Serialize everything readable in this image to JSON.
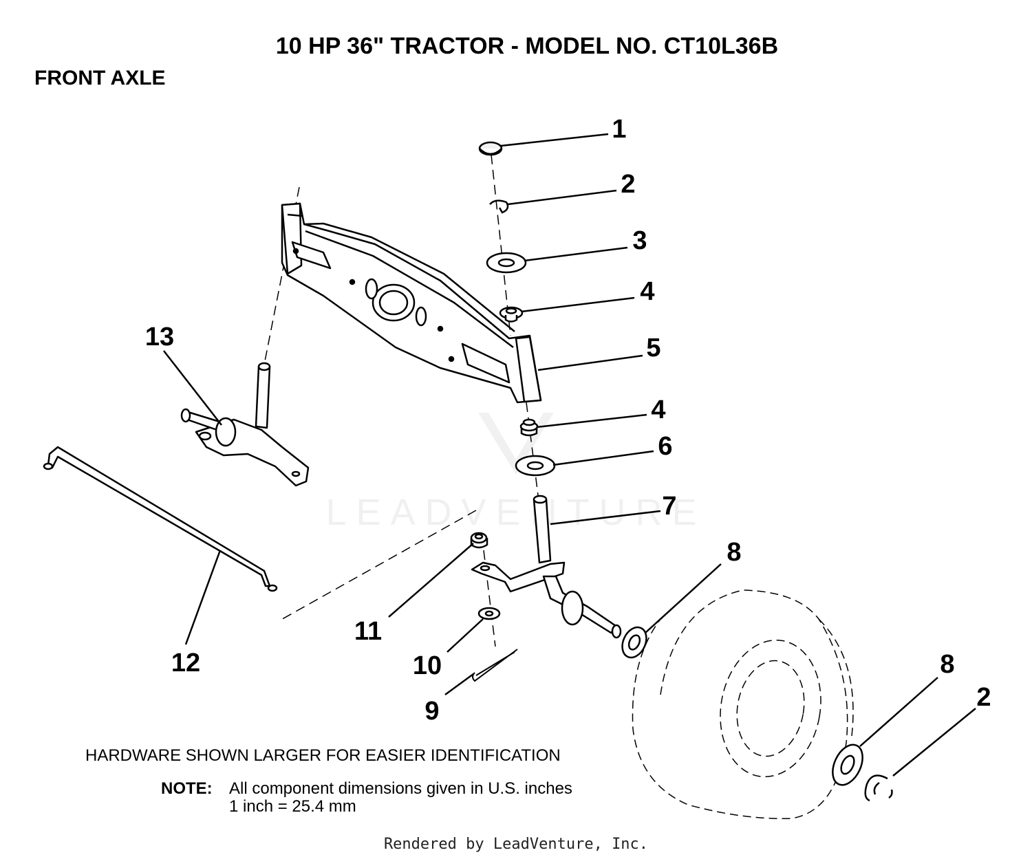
{
  "title": "10 HP 36\" TRACTOR - MODEL NO. CT10L36B",
  "section": "FRONT AXLE",
  "callouts": [
    {
      "id": "c1",
      "label": "1",
      "part": "cap"
    },
    {
      "id": "c2a",
      "label": "2",
      "part": "e-ring"
    },
    {
      "id": "c3",
      "label": "3",
      "part": "washer"
    },
    {
      "id": "c4a",
      "label": "4",
      "part": "bushing"
    },
    {
      "id": "c5",
      "label": "5",
      "part": "axle"
    },
    {
      "id": "c4b",
      "label": "4",
      "part": "bushing"
    },
    {
      "id": "c6",
      "label": "6",
      "part": "washer"
    },
    {
      "id": "c7",
      "label": "7",
      "part": "spindle"
    },
    {
      "id": "c8a",
      "label": "8",
      "part": "washer"
    },
    {
      "id": "c11",
      "label": "11",
      "part": "nut"
    },
    {
      "id": "c10",
      "label": "10",
      "part": "washer"
    },
    {
      "id": "c9",
      "label": "9",
      "part": "cotter-pin"
    },
    {
      "id": "c12",
      "label": "12",
      "part": "drag-link"
    },
    {
      "id": "c13",
      "label": "13",
      "part": "spindle"
    },
    {
      "id": "c8b",
      "label": "8",
      "part": "washer"
    },
    {
      "id": "c2b",
      "label": "2",
      "part": "e-ring"
    }
  ],
  "hardware_note": "HARDWARE SHOWN LARGER FOR EASIER IDENTIFICATION",
  "note": {
    "label": "NOTE:",
    "line1": "All component dimensions given in U.S. inches",
    "line2": "1 inch = 25.4 mm"
  },
  "watermark": "LEADVENTURE",
  "footer": "Rendered by LeadVenture, Inc."
}
